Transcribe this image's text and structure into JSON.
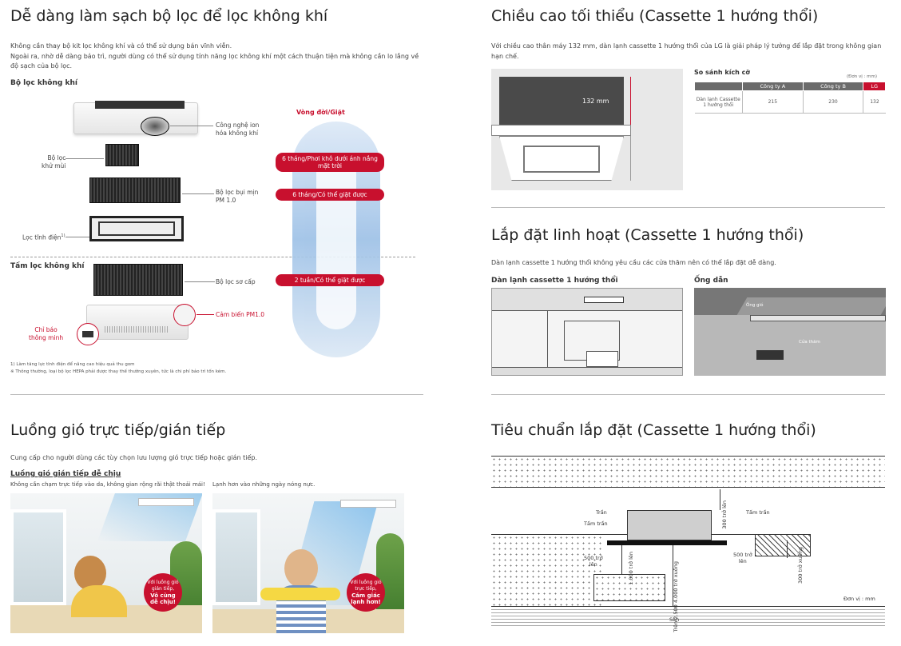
{
  "filter_section": {
    "title": "Dễ dàng làm sạch bộ lọc để lọc không khí",
    "desc_line1": "Không cần thay bộ kit lọc không khí và có thể sử dụng bán vĩnh viễn.",
    "desc_line2": "Ngoài ra, nhờ dễ dàng bảo trì, người dùng có thể sử dụng tính năng lọc không khí một cách thuận tiện mà không cần lo lắng về",
    "desc_line3": "độ sạch của bộ lọc.",
    "sub_filter": "Bộ lọc không khí",
    "sub_panel": "Tấm lọc không khí",
    "label_ion": "Công nghệ ion",
    "label_ion2": "hóa không khí",
    "label_deodor": "Bộ lọc",
    "label_deodor2": "khử mùi",
    "label_pm": "Bộ lọc bụi mịn",
    "label_pm2": "PM 1.0",
    "label_electro": "Lọc tĩnh điện",
    "label_electro_sup": "1)",
    "label_pre": "Bộ lọc sơ cấp",
    "label_sensor": "Cảm biến PM1.0",
    "label_indicator": "Chỉ báo",
    "label_indicator2": "thông minh",
    "cycle_title": "Vòng đời/Giặt",
    "cycle_1a": "6 tháng/Phơi khô dưới ánh nắng",
    "cycle_1b": "mặt trời",
    "cycle_2": "6 tháng/Có thể giặt được",
    "cycle_3": "2 tuần/Có thể giặt được",
    "footnote1": "1) Làm tăng lực tĩnh điện để nâng cao hiệu quả thu gom",
    "footnote2": "※ Thông thường, loại bộ lọc HEPA phải được thay thế thường xuyên, tức là chi phí bảo trì tốn kém."
  },
  "airflow_section": {
    "title": "Luồng gió trực tiếp/gián tiếp",
    "desc": "Cung cấp cho người dùng các tùy chọn lưu lượng gió trực tiếp hoặc gián tiếp.",
    "sub": "Luồng gió gián tiếp dễ chịu",
    "caption_left": "Không cần chạm trực tiếp vào da, không gian rộng rãi thật thoải mái!",
    "caption_right": "Lạnh hơn vào những ngày nóng nực.",
    "badge_left": [
      "Với luồng gió",
      "gián tiếp,",
      "Vô cùng",
      "dễ chịu!"
    ],
    "badge_right": [
      "Với luồng gió",
      "trực tiếp,",
      "Cảm giác",
      "lạnh hơn!"
    ]
  },
  "height_section": {
    "title": "Chiều cao tối thiểu (Cassette 1 hướng thổi)",
    "desc_line1": "Với chiều cao thân máy 132 mm, dàn lạnh cassette 1 hướng thổi của LG là giải pháp lý tưởng để lắp đặt trong không gian",
    "desc_line2": "hạn chế.",
    "dim_label": "132 mm",
    "compare_title": "So sánh kích cỡ",
    "unit": "(Đơn vị : mm)",
    "table": {
      "headers": [
        "",
        "Công ty A",
        "Công ty B",
        "LG"
      ],
      "row_label1": "Dàn lạnh Cassette",
      "row_label2": "1 hướng thổi",
      "values": [
        "215",
        "230",
        "132"
      ]
    }
  },
  "install_section": {
    "title": "Lắp đặt linh hoạt (Cassette 1 hướng thổi)",
    "desc": "Dàn lạnh cassette 1 hướng thổi không yêu cầu các cửa thăm nên có thể lắp đặt dễ dàng.",
    "sub_left": "Dàn lạnh cassette 1 hướng thổi",
    "sub_right": "Ống dẫn",
    "duct_label": "Ống gió",
    "hatch_label": "Cửa thăm"
  },
  "standard_section": {
    "title": "Tiêu chuẩn lắp đặt (Cassette 1 hướng thổi)",
    "label_ceiling": "Trần",
    "label_panel_left": "Tấm trần",
    "label_panel_right": "Tấm trần",
    "label_300_up": "300 trở lên",
    "label_500_left_a": "500 trở",
    "label_500_left_b": "lên",
    "label_1000": "1.000 trở lên",
    "label_2500_a": "Trên 2.500",
    "label_2500_b": "4.000 trở xuống",
    "label_500_right_a": "500 trở",
    "label_500_right_b": "lên",
    "label_300_down": "300 trở xuống",
    "label_floor": "Sàn",
    "unit": "Đơn vị : mm"
  }
}
